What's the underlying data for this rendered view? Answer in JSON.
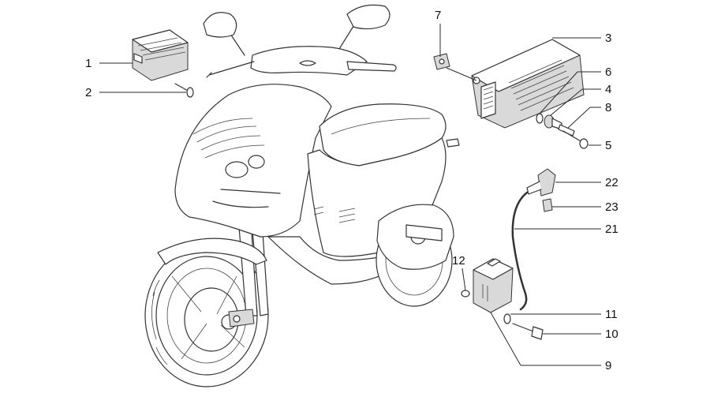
{
  "callouts": [
    {
      "id": "1",
      "label": "1"
    },
    {
      "id": "2",
      "label": "2"
    },
    {
      "id": "3",
      "label": "3"
    },
    {
      "id": "4",
      "label": "4"
    },
    {
      "id": "5",
      "label": "5"
    },
    {
      "id": "6",
      "label": "6"
    },
    {
      "id": "7",
      "label": "7"
    },
    {
      "id": "8",
      "label": "8"
    },
    {
      "id": "9",
      "label": "9"
    },
    {
      "id": "10",
      "label": "10"
    },
    {
      "id": "11",
      "label": "11"
    },
    {
      "id": "12",
      "label": "12"
    },
    {
      "id": "21",
      "label": "21"
    },
    {
      "id": "22",
      "label": "22"
    },
    {
      "id": "23",
      "label": "23"
    }
  ]
}
